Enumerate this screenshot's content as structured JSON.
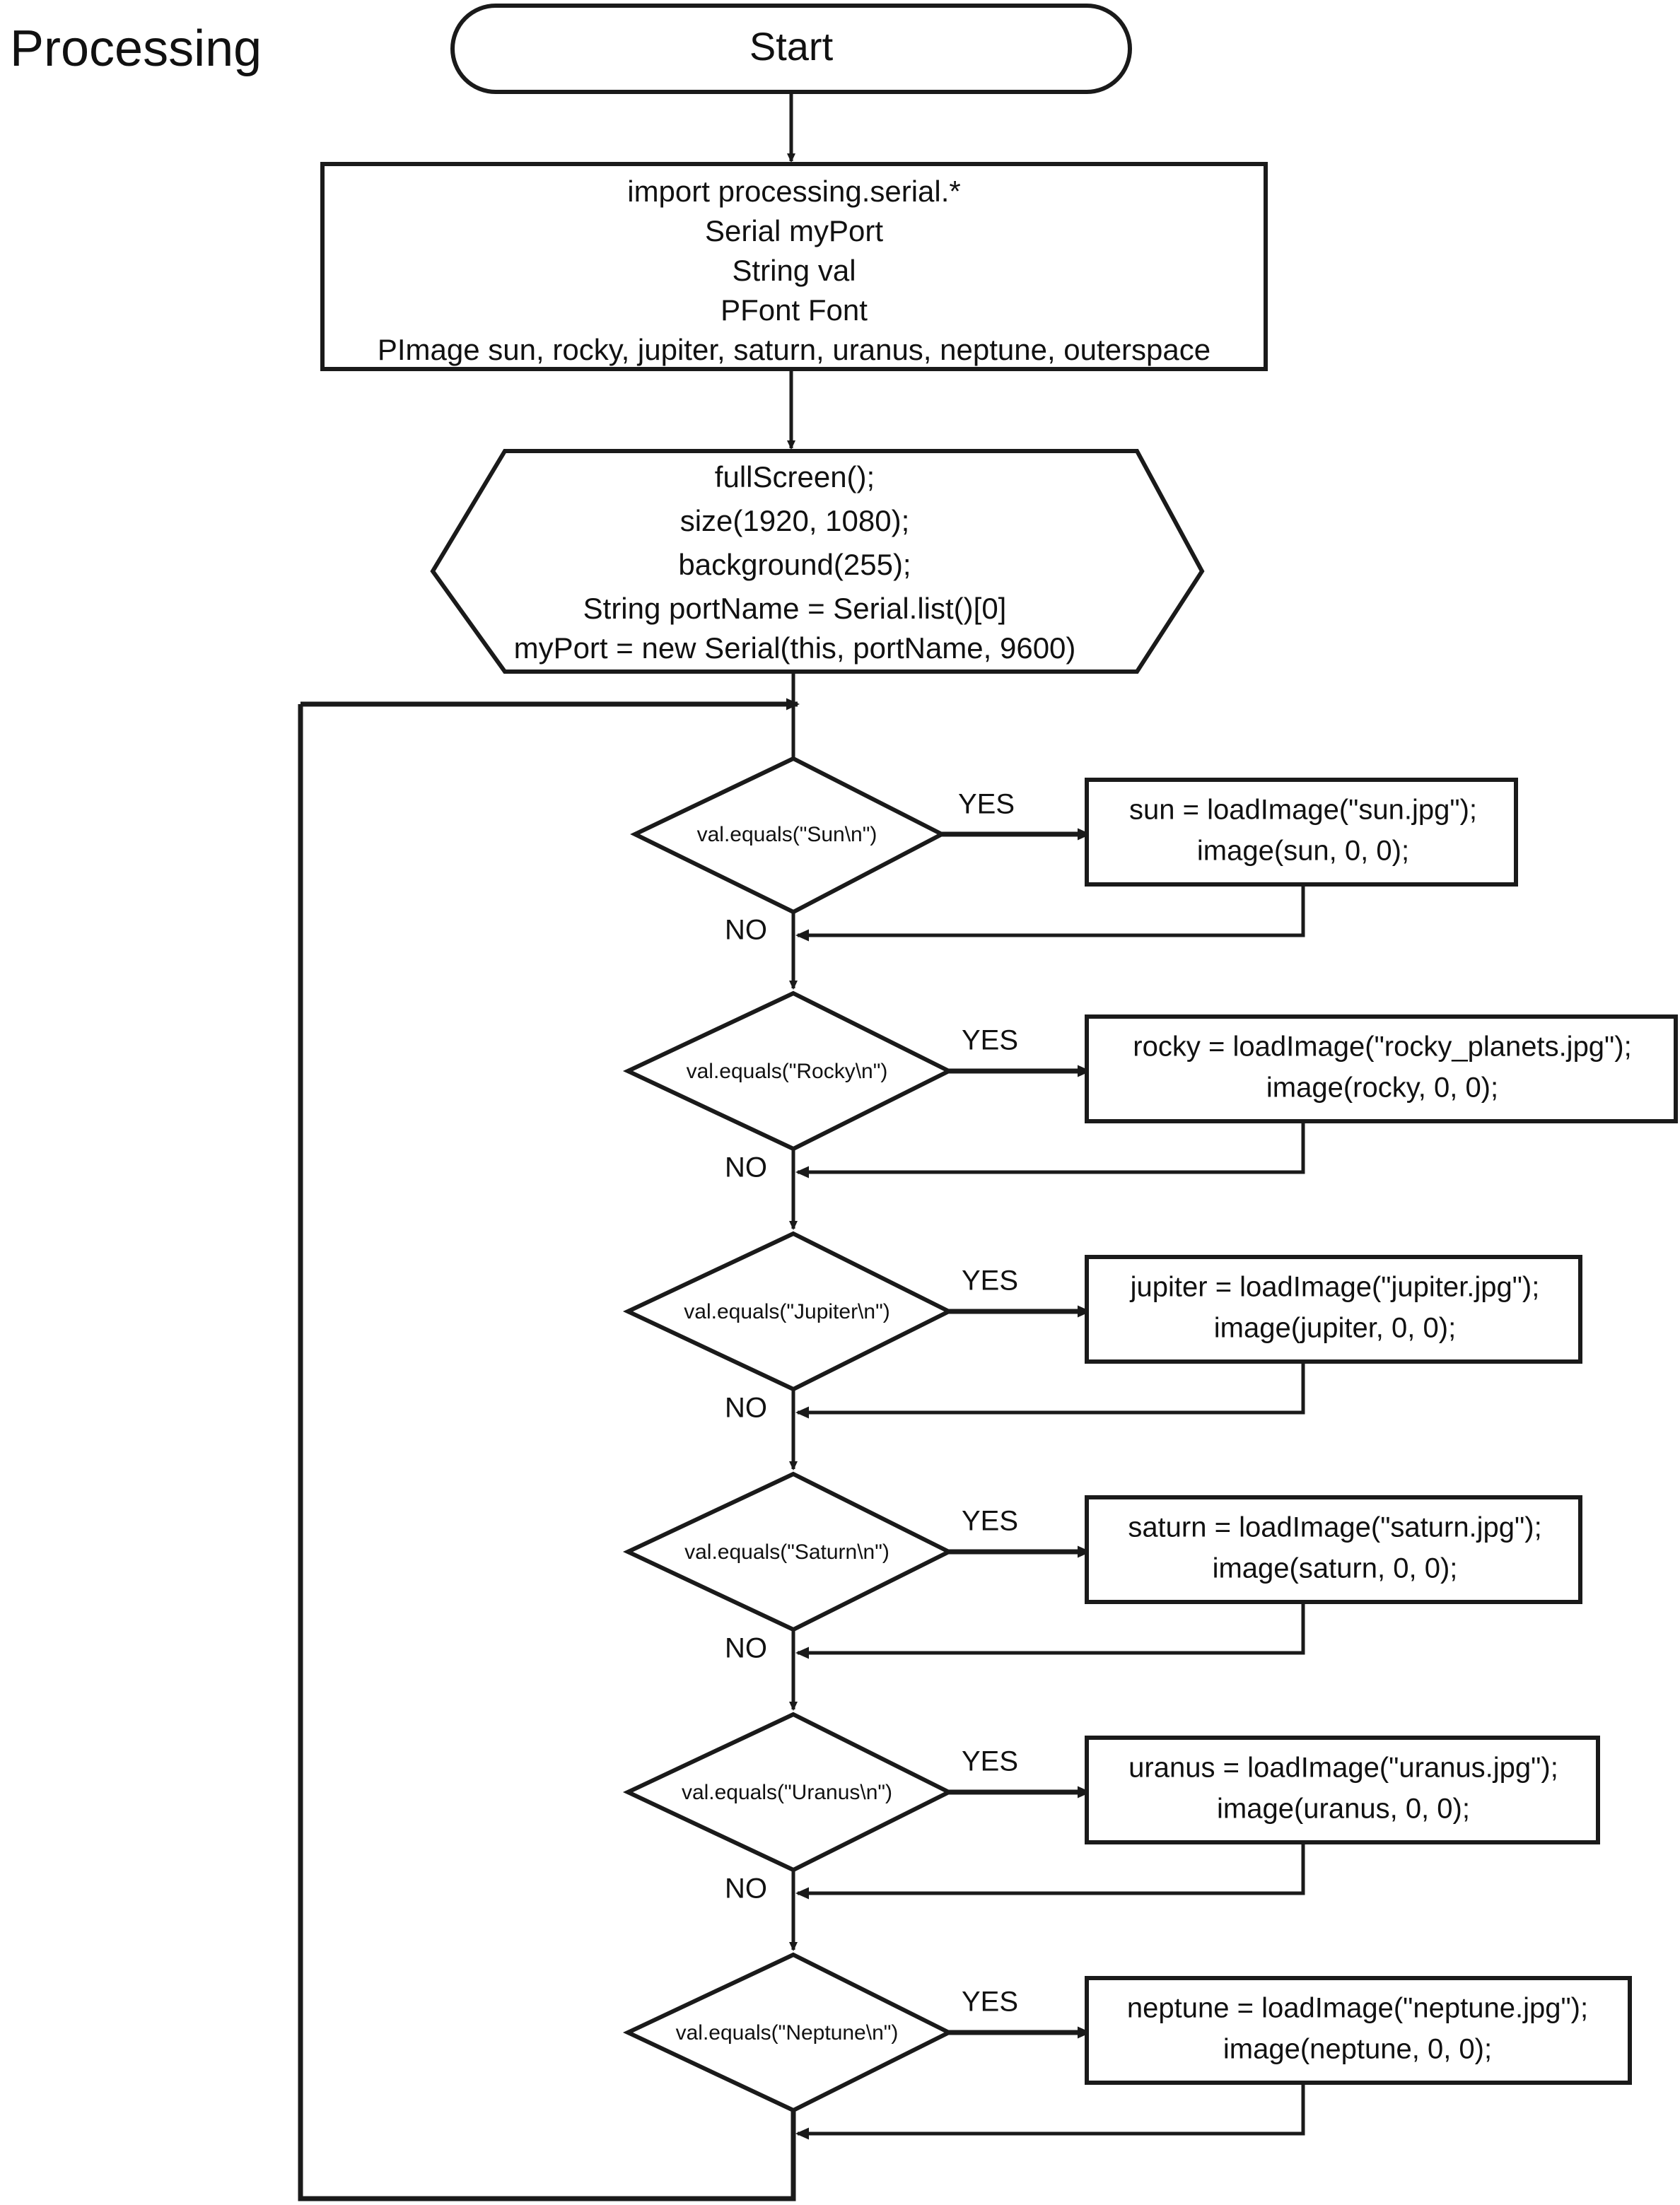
{
  "diagram": {
    "title": "Processing",
    "type": "flowchart",
    "start_label": "Start",
    "yes_label": "YES",
    "no_label": "NO",
    "declarations": [
      "import processing.serial.*",
      "Serial myPort",
      "String val",
      "PFont Font",
      "PImage sun, rocky, jupiter, saturn, uranus, neptune, outerspace"
    ],
    "setup": [
      "fullScreen();",
      "size(1920, 1080);",
      "background(255);",
      "String portName = Serial.list()[0]",
      "myPort = new Serial(this, portName, 9600)"
    ],
    "branches": [
      {
        "condition": "val.equals(\"Sun\\n\")",
        "yes": "YES",
        "no": "NO",
        "action": [
          "sun = loadImage(\"sun.jpg\");",
          "image(sun, 0, 0);"
        ]
      },
      {
        "condition": "val.equals(\"Rocky\\n\")",
        "yes": "YES",
        "no": "NO",
        "action": [
          "rocky = loadImage(\"rocky_planets.jpg\");",
          "image(rocky, 0, 0);"
        ]
      },
      {
        "condition": "val.equals(\"Jupiter\\n\")",
        "yes": "YES",
        "no": "NO",
        "action": [
          "jupiter = loadImage(\"jupiter.jpg\");",
          "image(jupiter, 0, 0);"
        ]
      },
      {
        "condition": "val.equals(\"Saturn\\n\")",
        "yes": "YES",
        "no": "NO",
        "action": [
          "saturn = loadImage(\"saturn.jpg\");",
          "image(saturn, 0, 0);"
        ]
      },
      {
        "condition": "val.equals(\"Uranus\\n\")",
        "yes": "YES",
        "no": "NO",
        "action": [
          "uranus = loadImage(\"uranus.jpg\");",
          "image(uranus, 0, 0);"
        ]
      },
      {
        "condition": "val.equals(\"Neptune\\n\")",
        "yes": "YES",
        "no": "",
        "action": [
          "neptune = loadImage(\"neptune.jpg\");",
          "image(neptune, 0, 0);"
        ]
      }
    ],
    "colors": {
      "stroke": "#1a1a1a",
      "fill": "#ffffff",
      "text": "#111111"
    }
  }
}
